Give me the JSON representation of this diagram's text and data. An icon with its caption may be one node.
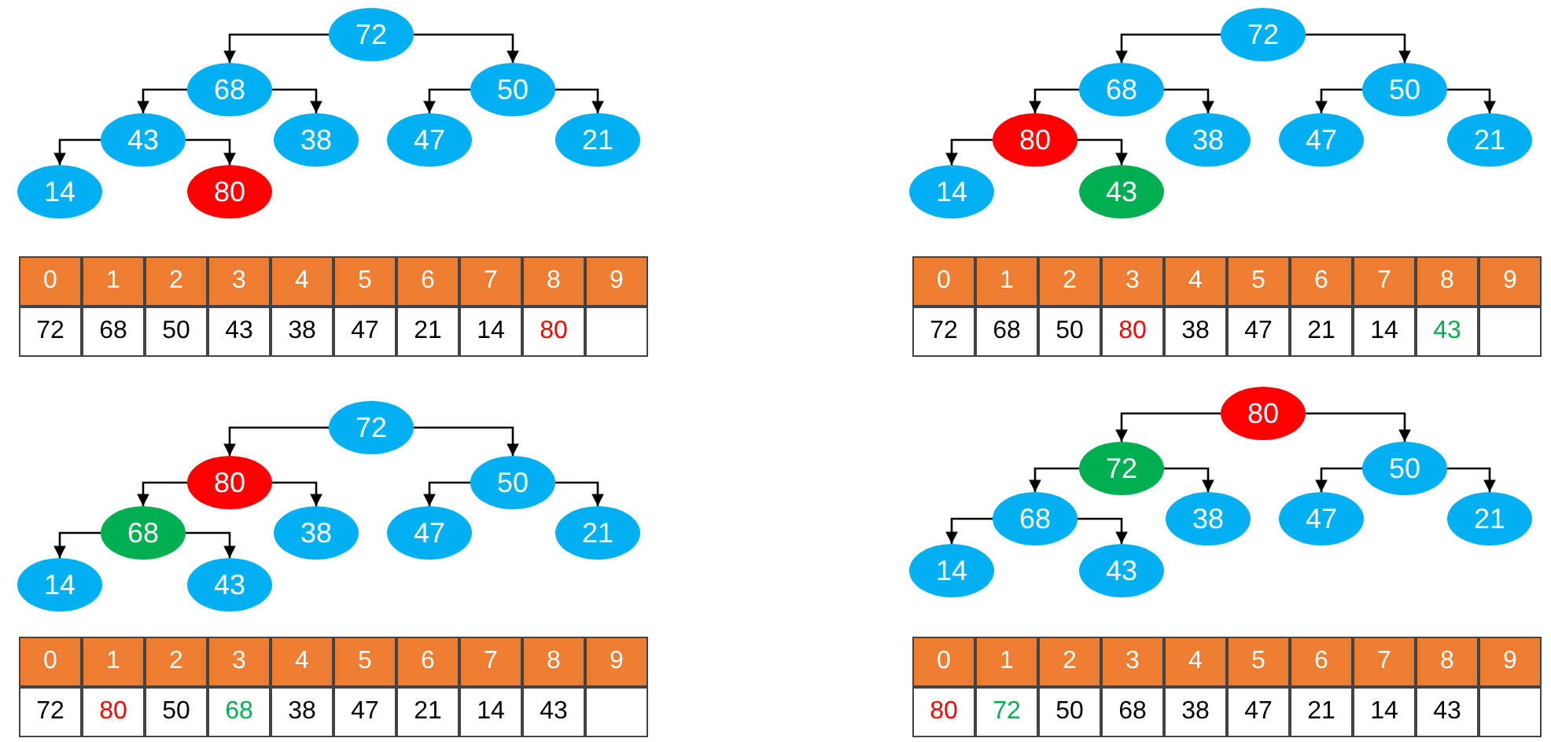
{
  "diagram": {
    "nodes": [
      {
        "text": [
          "72"
        ]
      },
      {
        "text": [
          "68"
        ]
      },
      {
        "text": [
          "50"
        ]
      },
      {
        "text": [
          "43"
        ]
      },
      {
        "text": [
          "38"
        ]
      },
      {
        "text": [
          "47"
        ]
      },
      {
        "text": [
          "21"
        ]
      },
      {
        "text": [
          "14"
        ]
      },
      {
        "text": [
          "80"
        ]
      },
      {
        "text": [
          "72"
        ]
      },
      {
        "text": [
          "68"
        ]
      },
      {
        "text": [
          "50"
        ]
      },
      {
        "text": [
          "80"
        ]
      },
      {
        "text": [
          "38"
        ]
      },
      {
        "text": [
          "47"
        ]
      },
      {
        "text": [
          "21"
        ]
      },
      {
        "text": [
          "14"
        ]
      },
      {
        "text": [
          "43"
        ]
      },
      {
        "text": [
          "72"
        ]
      },
      {
        "text": [
          "80"
        ]
      },
      {
        "text": [
          "50"
        ]
      },
      {
        "text": [
          "68"
        ]
      },
      {
        "text": [
          "38"
        ]
      },
      {
        "text": [
          "47"
        ]
      },
      {
        "text": [
          "21"
        ]
      },
      {
        "text": [
          "14"
        ]
      },
      {
        "text": [
          "43"
        ]
      },
      {
        "text": [
          "80"
        ]
      },
      {
        "text": [
          "72"
        ]
      },
      {
        "text": [
          "50"
        ]
      },
      {
        "text": [
          "68"
        ]
      },
      {
        "text": [
          "38"
        ]
      },
      {
        "text": [
          "47"
        ]
      },
      {
        "text": [
          "21"
        ]
      },
      {
        "text": [
          "14"
        ]
      },
      {
        "text": [
          "43"
        ]
      }
    ],
    "edges": [
      {
        "from": 0,
        "to": 1,
        "arrow": "to"
      },
      {
        "from": 0,
        "to": 2,
        "arrow": "to"
      },
      {
        "from": 1,
        "to": 3,
        "arrow": "to"
      },
      {
        "from": 1,
        "to": 4,
        "arrow": "to"
      },
      {
        "from": 2,
        "to": 5,
        "arrow": "to"
      },
      {
        "from": 2,
        "to": 6,
        "arrow": "to"
      },
      {
        "from": 3,
        "to": 7,
        "arrow": "to"
      },
      {
        "from": 3,
        "to": 8,
        "arrow": "to"
      },
      {
        "from": 9,
        "to": 10,
        "arrow": "to"
      },
      {
        "from": 9,
        "to": 11,
        "arrow": "to"
      },
      {
        "from": 10,
        "to": 12,
        "arrow": "to"
      },
      {
        "from": 10,
        "to": 13,
        "arrow": "to"
      },
      {
        "from": 11,
        "to": 14,
        "arrow": "to"
      },
      {
        "from": 11,
        "to": 15,
        "arrow": "to"
      },
      {
        "from": 12,
        "to": 16,
        "arrow": "to"
      },
      {
        "from": 12,
        "to": 17,
        "arrow": "to"
      },
      {
        "from": 18,
        "to": 19,
        "arrow": "to"
      },
      {
        "from": 18,
        "to": 20,
        "arrow": "to"
      },
      {
        "from": 19,
        "to": 21,
        "arrow": "to"
      },
      {
        "from": 19,
        "to": 22,
        "arrow": "to"
      },
      {
        "from": 20,
        "to": 23,
        "arrow": "to"
      },
      {
        "from": 20,
        "to": 24,
        "arrow": "to"
      },
      {
        "from": 21,
        "to": 25,
        "arrow": "to"
      },
      {
        "from": 21,
        "to": 26,
        "arrow": "to"
      },
      {
        "from": 27,
        "to": 28,
        "arrow": "to"
      },
      {
        "from": 27,
        "to": 29,
        "arrow": "to"
      },
      {
        "from": 28,
        "to": 30,
        "arrow": "to"
      },
      {
        "from": 28,
        "to": 31,
        "arrow": "to"
      },
      {
        "from": 29,
        "to": 32,
        "arrow": "to"
      },
      {
        "from": 29,
        "to": 33,
        "arrow": "to"
      },
      {
        "from": 30,
        "to": 34,
        "arrow": "to"
      },
      {
        "from": 30,
        "to": 35,
        "arrow": "to"
      }
    ],
    "labels": [
      "0",
      "1",
      "2",
      "3",
      "4",
      "5",
      "6",
      "7",
      "8",
      "9",
      "72",
      "68",
      "50",
      "43",
      "38",
      "47",
      "21",
      "14",
      "80",
      "0",
      "1",
      "2",
      "3",
      "4",
      "5",
      "6",
      "7",
      "8",
      "9",
      "72",
      "68",
      "50",
      "80",
      "38",
      "47",
      "21",
      "14",
      "43",
      "0",
      "1",
      "2",
      "3",
      "4",
      "5",
      "6",
      "7",
      "8",
      "9",
      "72",
      "80",
      "50",
      "68",
      "38",
      "47",
      "21",
      "14",
      "43",
      "0",
      "1",
      "2",
      "3",
      "4",
      "5",
      "6",
      "7",
      "8",
      "9",
      "80",
      "72",
      "50",
      "68",
      "38",
      "47",
      "21",
      "14",
      "43"
    ]
  }
}
